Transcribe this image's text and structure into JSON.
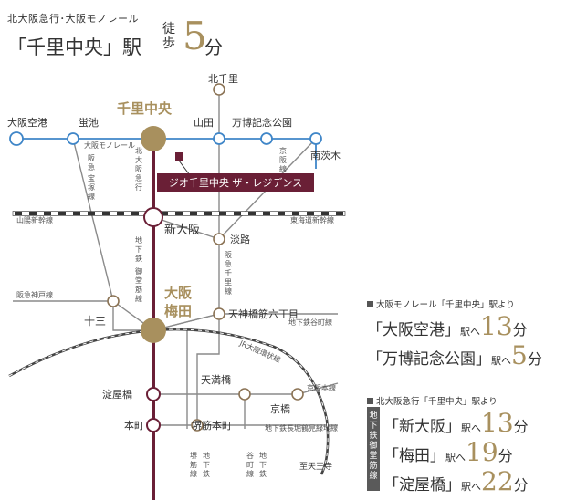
{
  "header": {
    "lines": "北大阪急行･大阪モノレール",
    "station": "「千里中央」駅",
    "toho": "徒歩",
    "minutes": "5",
    "unit": "分"
  },
  "map": {
    "current_station_label": "千里中央",
    "building_label": "ジオ千里中央 ザ・レジデンス",
    "hub_station_label": "大阪\n梅田",
    "stations": {
      "osaka_airport": "大阪空港",
      "hotarugaike": "蛍池",
      "yamada": "山田",
      "banpaku": "万博記念公園",
      "kitasenri": "北千里",
      "minami_ibaraki": "南茨木",
      "shin_osaka": "新大阪",
      "awaji": "淡路",
      "tenjinbashi": "天神橋筋六丁目",
      "juso": "十三",
      "yodoyabashi": "淀屋橋",
      "tenmabashi": "天満橋",
      "kyobashi": "京橋",
      "honmachi": "本町",
      "sakaisuji_honmachi": "堺筋本町",
      "tennoji": "至天王寺"
    },
    "lines": {
      "osaka_monorail": "大阪モノレール",
      "kita_osaka_kyuko": "北大阪急行",
      "hankyu_takarazuka": "宝塚線",
      "hankyu_takarazuka_pre": "阪急",
      "keihan_line_a": "京阪線",
      "sanyo_shinkansen": "山陽新幹線",
      "tokaido_shinkansen": "東海道新幹線",
      "midosuji": "地下鉄御堂筋線",
      "hankyu_senri": "阪急千里線",
      "hankyu_kobe": "阪急神戸線",
      "tanimachi_top": "地下鉄谷町線",
      "jr_loop": "JR大阪環状線",
      "keihan_main": "京阪本線",
      "nagahori": "地下鉄長堀鶴見緑地線",
      "sakaisuji": "堺筋線",
      "tanimachi_vert": "谷町線",
      "chikatetsu_a": "地下鉄",
      "chikatetsu_b": "地下鉄"
    }
  },
  "access": {
    "monorail_title": "大阪モノレール「千里中央」駅より",
    "monorail_rows": [
      {
        "station": "「大阪空港」",
        "he": "駅へ",
        "minutes": "13",
        "unit": "分"
      },
      {
        "station": "「万博記念公園」",
        "he": "駅へ",
        "minutes": "5",
        "unit": "分"
      }
    ],
    "kitakyu_title": "北大阪急行「千里中央」駅より",
    "badge": "地下鉄御堂筋線",
    "kitakyu_rows": [
      {
        "station": "「新大阪」",
        "he": "駅へ",
        "minutes": "13",
        "unit": "分"
      },
      {
        "station": "「梅田」",
        "he": "駅へ",
        "minutes": "19",
        "unit": "分"
      },
      {
        "station": "「淀屋橋」",
        "he": "駅へ",
        "minutes": "22",
        "unit": "分"
      }
    ]
  },
  "colors": {
    "gold": "#a8905e",
    "maroon": "#6a1f36",
    "monorail_blue": "#3f86c8",
    "line_grey": "#8a8a8a"
  }
}
